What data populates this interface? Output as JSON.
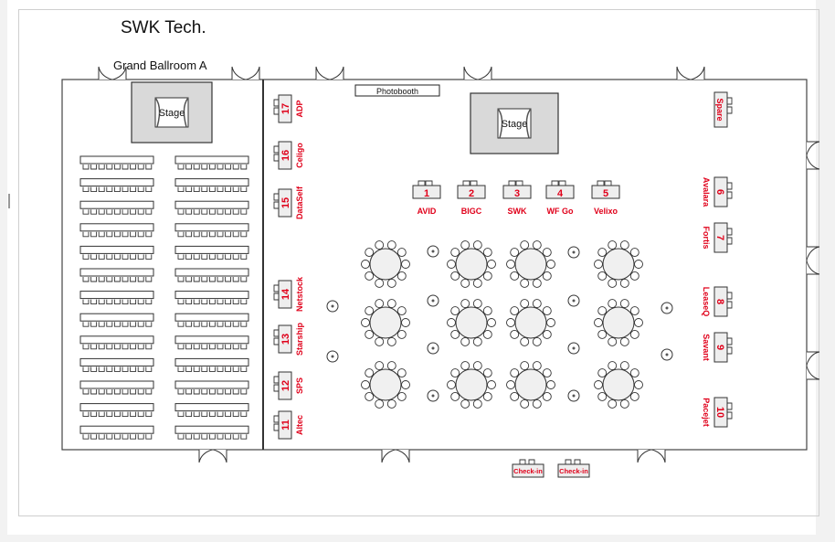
{
  "header": {
    "company": "SWK Tech."
  },
  "rooms": {
    "left_room_label": "Grand Ballroom A",
    "photobooth": "Photobooth"
  },
  "stages": [
    "Stage",
    "Stage"
  ],
  "booths_top": [
    {
      "num": "1",
      "sponsor": "AVID"
    },
    {
      "num": "2",
      "sponsor": "BIGC"
    },
    {
      "num": "3",
      "sponsor": "SWK"
    },
    {
      "num": "4",
      "sponsor": "WF Go"
    },
    {
      "num": "5",
      "sponsor": "Velixo"
    }
  ],
  "booths_left_wall": [
    {
      "num": "17",
      "sponsor": "ADP"
    },
    {
      "num": "16",
      "sponsor": "Celigo"
    },
    {
      "num": "15",
      "sponsor": "DataSelf"
    },
    {
      "num": "14",
      "sponsor": "Netstock"
    },
    {
      "num": "13",
      "sponsor": "Starship"
    },
    {
      "num": "12",
      "sponsor": "SPS"
    },
    {
      "num": "11",
      "sponsor": "Altec"
    }
  ],
  "booths_right_wall": [
    {
      "num": "Spare",
      "sponsor": ""
    },
    {
      "num": "6",
      "sponsor": "Avalara"
    },
    {
      "num": "7",
      "sponsor": "Fortis"
    },
    {
      "num": "8",
      "sponsor": "LeaseQ"
    },
    {
      "num": "9",
      "sponsor": "Savant"
    },
    {
      "num": "10",
      "sponsor": "Pacejet"
    }
  ],
  "checkin": [
    "Check-in",
    "Check-in"
  ],
  "colors": {
    "booth_label": "#e0001a",
    "stage_fill": "#d9d9d9",
    "table_fill": "#f0f0f0"
  }
}
